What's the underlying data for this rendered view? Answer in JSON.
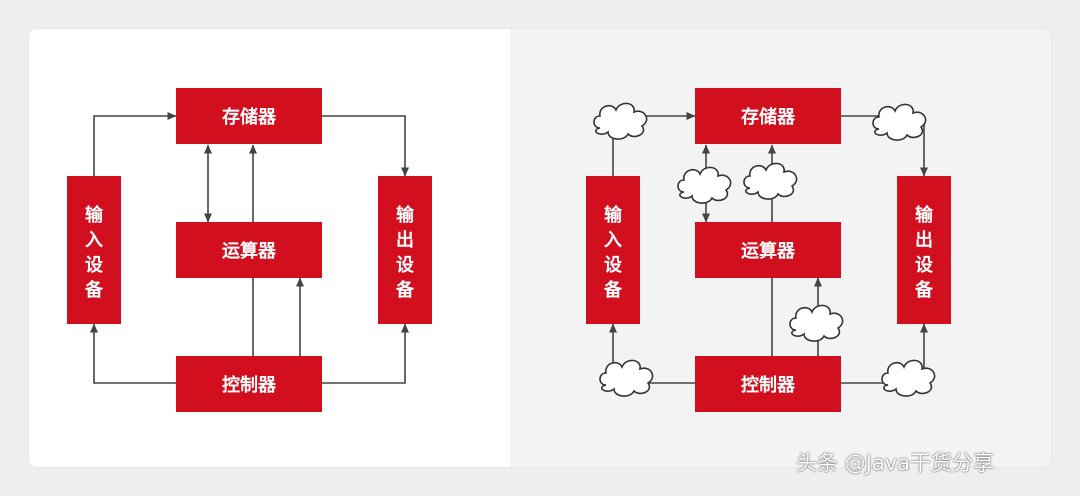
{
  "colors": {
    "box_fill": "#d10f1e",
    "box_text": "#ffffff",
    "line": "#444444",
    "cloud_fill": "#ffffff",
    "cloud_stroke": "#333333"
  },
  "left_diagram": {
    "memory": "存储器",
    "alu": "运算器",
    "control": "控制器",
    "input": [
      "输",
      "入",
      "设",
      "备"
    ],
    "output": [
      "输",
      "出",
      "设",
      "备"
    ]
  },
  "right_diagram": {
    "memory": "存储器",
    "alu": "运算器",
    "control": "控制器",
    "input": [
      "输",
      "入",
      "设",
      "备"
    ],
    "output": [
      "输",
      "出",
      "设",
      "备"
    ]
  },
  "watermark": "头条 @Java干货分享"
}
